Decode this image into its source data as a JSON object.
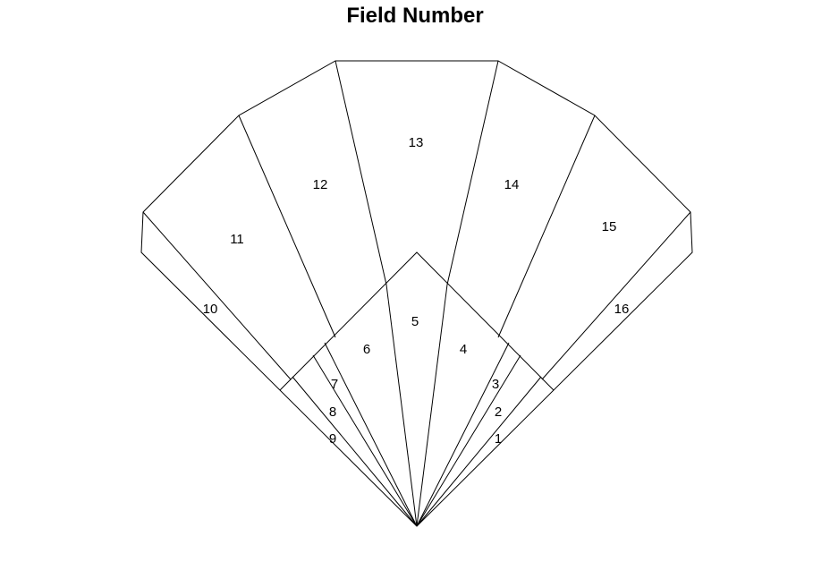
{
  "title": "Field Number",
  "fields": [
    {
      "id": "field-1",
      "label": "1"
    },
    {
      "id": "field-2",
      "label": "2"
    },
    {
      "id": "field-3",
      "label": "3"
    },
    {
      "id": "field-4",
      "label": "4"
    },
    {
      "id": "field-5",
      "label": "5"
    },
    {
      "id": "field-6",
      "label": "6"
    },
    {
      "id": "field-7",
      "label": "7"
    },
    {
      "id": "field-8",
      "label": "8"
    },
    {
      "id": "field-9",
      "label": "9"
    },
    {
      "id": "field-10",
      "label": "10"
    },
    {
      "id": "field-11",
      "label": "11"
    },
    {
      "id": "field-12",
      "label": "12"
    },
    {
      "id": "field-13",
      "label": "13"
    },
    {
      "id": "field-14",
      "label": "14"
    },
    {
      "id": "field-15",
      "label": "15"
    },
    {
      "id": "field-16",
      "label": "16"
    }
  ]
}
